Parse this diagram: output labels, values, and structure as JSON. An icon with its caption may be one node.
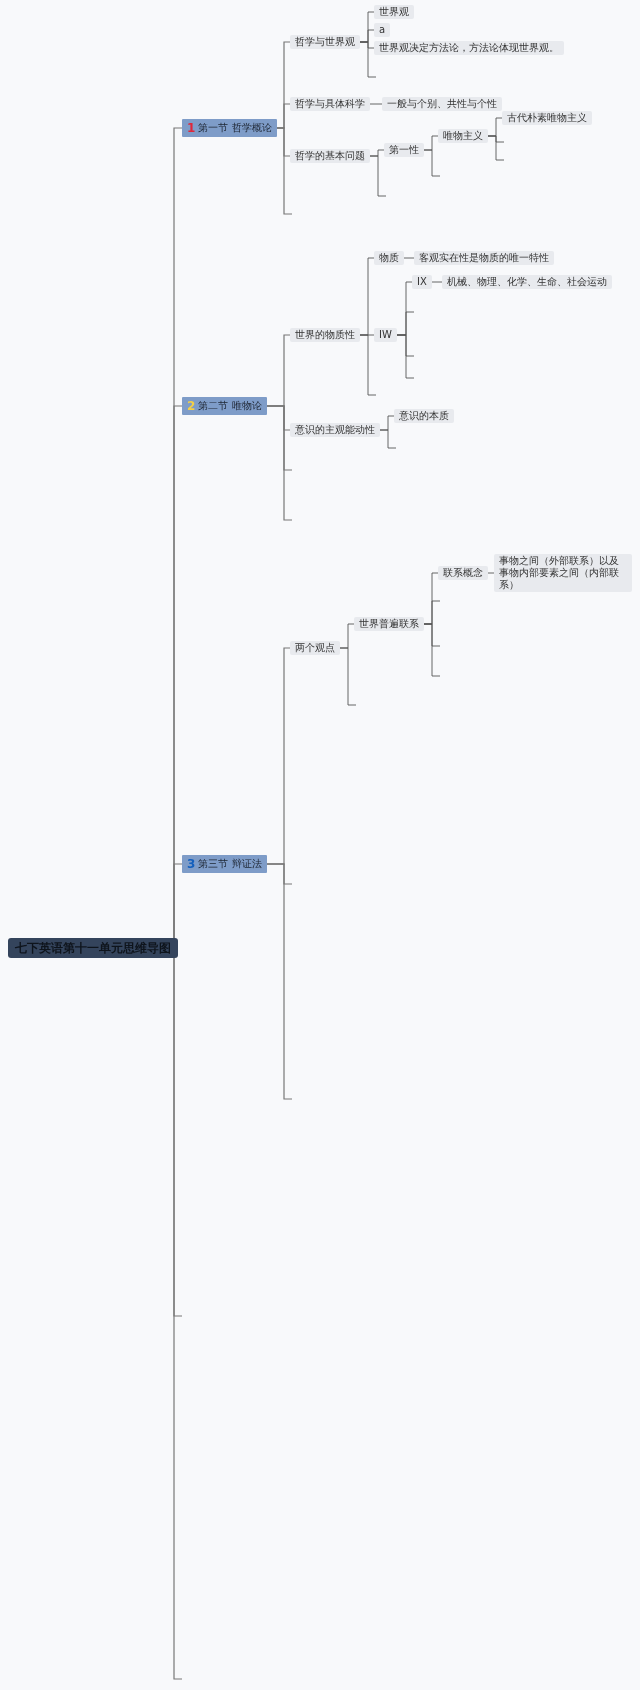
{
  "diagram": {
    "nodes": [
      {
        "text": [
          "七下英语第十一单元思维导图"
        ]
      },
      {
        "text": [
          "1",
          "第一节 哲学概论"
        ]
      },
      {
        "text": [
          "哲学与世界观"
        ]
      },
      {
        "text": [
          "世界观"
        ]
      },
      {
        "text": [
          "a"
        ]
      },
      {
        "text": [
          "世界观决定方法论，方法论体现世界观。"
        ]
      },
      {
        "text": [
          "哲学与具体科学"
        ]
      },
      {
        "text": [
          "一般与个别、共性与个性"
        ]
      },
      {
        "text": [
          "哲学的基本问题"
        ]
      },
      {
        "text": [
          "第一性"
        ]
      },
      {
        "text": [
          "唯物主义"
        ]
      },
      {
        "text": [
          "古代朴素唯物主义"
        ]
      },
      {
        "text": [
          "2",
          "第二节 唯物论"
        ]
      },
      {
        "text": [
          "世界的物质性"
        ]
      },
      {
        "text": [
          "物质"
        ]
      },
      {
        "text": [
          "客观实在性是物质的唯一特性"
        ]
      },
      {
        "text": [
          "IW"
        ]
      },
      {
        "text": [
          "IX"
        ]
      },
      {
        "text": [
          "机械、物理、化学、生命、社会运动"
        ]
      },
      {
        "text": [
          "意识的主观能动性"
        ]
      },
      {
        "text": [
          "意识的本质"
        ]
      },
      {
        "text": [
          "3",
          "第三节 辩证法"
        ]
      },
      {
        "text": [
          "两个观点"
        ]
      },
      {
        "text": [
          "世界普遍联系"
        ]
      },
      {
        "text": [
          "联系概念"
        ]
      },
      {
        "text": [
          "事物之间（外部联系）以及事物内部要素之间（内部联系）"
        ]
      }
    ],
    "edges": [
      {
        "from": 0,
        "to": 1,
        "arrow": "none"
      },
      {
        "from": 0,
        "to": 12,
        "arrow": "none"
      },
      {
        "from": 0,
        "to": 21,
        "arrow": "none"
      },
      {
        "from": 0,
        "to": null,
        "arrow": "none"
      },
      {
        "from": 0,
        "to": null,
        "arrow": "none"
      },
      {
        "from": 1,
        "to": 2,
        "arrow": "none"
      },
      {
        "from": 1,
        "to": 6,
        "arrow": "none"
      },
      {
        "from": 1,
        "to": 8,
        "arrow": "none"
      },
      {
        "from": 1,
        "to": null,
        "arrow": "none"
      },
      {
        "from": 2,
        "to": 3,
        "arrow": "none"
      },
      {
        "from": 2,
        "to": 4,
        "arrow": "none"
      },
      {
        "from": 2,
        "to": 5,
        "arrow": "none"
      },
      {
        "from": 2,
        "to": null,
        "arrow": "none"
      },
      {
        "from": 6,
        "to": 7,
        "arrow": "none"
      },
      {
        "from": 8,
        "to": 9,
        "arrow": "none"
      },
      {
        "from": 8,
        "to": null,
        "arrow": "none"
      },
      {
        "from": 9,
        "to": 10,
        "arrow": "none"
      },
      {
        "from": 9,
        "to": null,
        "arrow": "none"
      },
      {
        "from": 10,
        "to": 11,
        "arrow": "none"
      },
      {
        "from": 10,
        "to": null,
        "arrow": "none"
      },
      {
        "from": 10,
        "to": null,
        "arrow": "none"
      },
      {
        "from": 12,
        "to": 13,
        "arrow": "none"
      },
      {
        "from": 12,
        "to": 19,
        "arrow": "none"
      },
      {
        "from": 12,
        "to": null,
        "arrow": "none"
      },
      {
        "from": 12,
        "to": null,
        "arrow": "none"
      },
      {
        "from": 13,
        "to": 14,
        "arrow": "none"
      },
      {
        "from": 13,
        "to": 16,
        "arrow": "none"
      },
      {
        "from": 13,
        "to": null,
        "arrow": "none"
      },
      {
        "from": 14,
        "to": 15,
        "arrow": "none"
      },
      {
        "from": 16,
        "to": 17,
        "arrow": "none"
      },
      {
        "from": 16,
        "to": null,
        "arrow": "none"
      },
      {
        "from": 16,
        "to": null,
        "arrow": "none"
      },
      {
        "from": 16,
        "to": null,
        "arrow": "none"
      },
      {
        "from": 17,
        "to": 18,
        "arrow": "none"
      },
      {
        "from": 19,
        "to": 20,
        "arrow": "none"
      },
      {
        "from": 19,
        "to": null,
        "arrow": "none"
      },
      {
        "from": 21,
        "to": 22,
        "arrow": "none"
      },
      {
        "from": 21,
        "to": null,
        "arrow": "none"
      },
      {
        "from": 21,
        "to": null,
        "arrow": "none"
      },
      {
        "from": 22,
        "to": 23,
        "arrow": "none"
      },
      {
        "from": 22,
        "to": null,
        "arrow": "none"
      },
      {
        "from": 23,
        "to": 24,
        "arrow": "none"
      },
      {
        "from": 23,
        "to": null,
        "arrow": "none"
      },
      {
        "from": 23,
        "to": null,
        "arrow": "none"
      },
      {
        "from": 23,
        "to": null,
        "arrow": "none"
      },
      {
        "from": 24,
        "to": 25,
        "arrow": "none"
      }
    ]
  }
}
